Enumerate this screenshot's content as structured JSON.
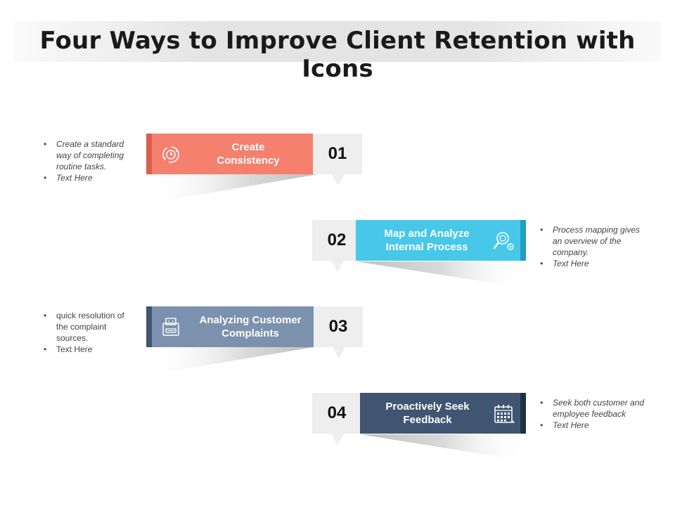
{
  "title": "Four Ways to Improve Client Retention with Icons",
  "colors": {
    "coral": "#f5806e",
    "cyan": "#48c8e8",
    "slate": "#7b91ae",
    "navy": "#3f5571",
    "number_bg": "#eeeeee"
  },
  "steps": [
    {
      "number": "01",
      "label": "Create\nConsistency",
      "icon": "refresh-cycle-icon",
      "notes": [
        "Create a standard way of completing routine tasks.",
        "Text Here"
      ]
    },
    {
      "number": "02",
      "label": "Map and Analyze\nInternal Process",
      "icon": "magnifier-gear-icon",
      "notes": [
        "Process mapping gives an overview of the company.",
        "Text Here"
      ]
    },
    {
      "number": "03",
      "label": "Analyzing Customer\nComplaints",
      "icon": "complaint-printer-icon",
      "notes": [
        "quick resolution of the complaint sources.",
        "Text Here"
      ]
    },
    {
      "number": "04",
      "label": "Proactively Seek\nFeedback",
      "icon": "calendar-icon",
      "notes": [
        "Seek both customer and employee feedback",
        "Text Here"
      ]
    }
  ]
}
